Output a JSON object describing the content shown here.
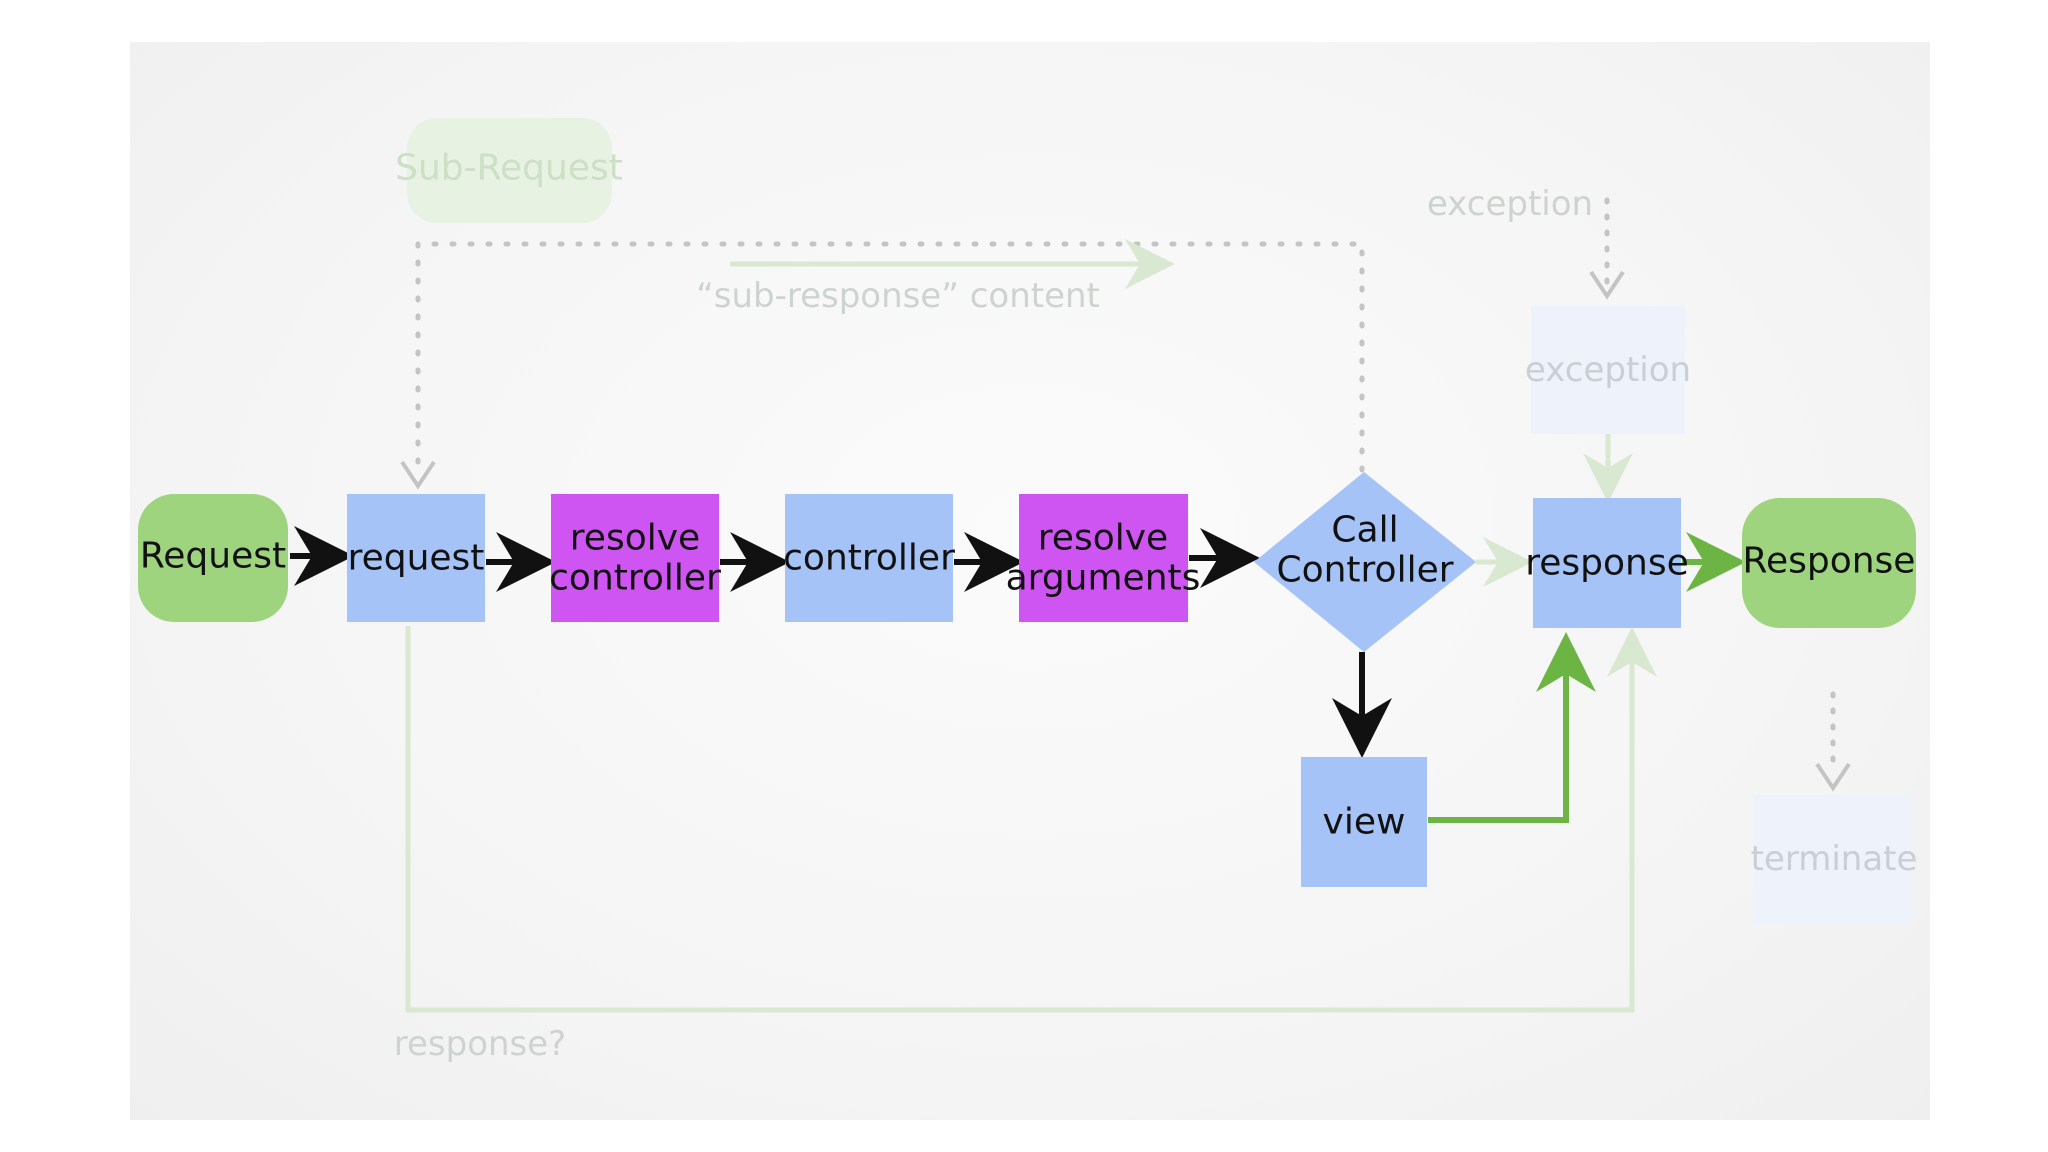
{
  "nodes": {
    "request_start": "Request",
    "request": "request",
    "resolve_controller": [
      "resolve",
      "controller"
    ],
    "controller": "controller",
    "resolve_arguments": [
      "resolve",
      "arguments"
    ],
    "call_controller": [
      "Call",
      "Controller"
    ],
    "view": "view",
    "response": "response",
    "response_end": "Response",
    "exception_box": "exception",
    "terminate": "terminate",
    "sub_request": "Sub-Request"
  },
  "labels": {
    "exception_note": "exception",
    "sub_response_content": "“sub-response” content",
    "response_question": "response?"
  },
  "colors": {
    "green_node": "#9fd47f",
    "blue_node": "#a6c3f7",
    "magenta_node": "#cf55f2",
    "faint_blue": "#eef2fb",
    "faint_green": "#e8f2e2",
    "green_arrow": "#6cb443",
    "faint_green_arrow": "#d9e9d1",
    "dotted_gray": "#c4c4c4"
  }
}
